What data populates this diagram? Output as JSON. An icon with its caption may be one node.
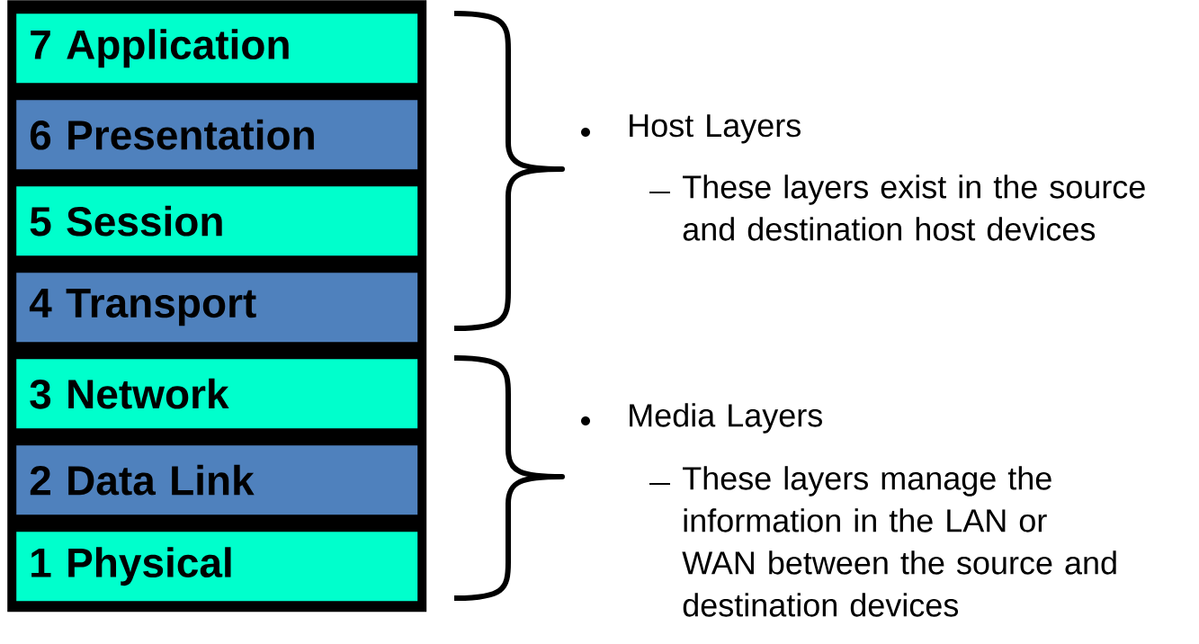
{
  "diagram": {
    "nodes": [
      {
        "text": [],
        "shape": "box"
      },
      {
        "text": [
          "7 Application"
        ],
        "in": 0
      },
      {
        "text": [
          "6 Presentation"
        ],
        "in": 0
      },
      {
        "text": [
          "5 Session"
        ],
        "in": 0
      },
      {
        "text": [
          "4 Transport"
        ],
        "in": 0
      },
      {
        "text": [
          "3 Network"
        ],
        "in": 0
      },
      {
        "text": [
          "2 Data Link"
        ],
        "in": 0
      },
      {
        "text": [
          "1 Physical"
        ],
        "in": 0
      }
    ],
    "labels": [
      "Host Layers",
      "These layers exist in the source and destination host devices",
      "Media Layers",
      "These layers manage the information in the LAN or WAN between the source and destination devices"
    ]
  }
}
